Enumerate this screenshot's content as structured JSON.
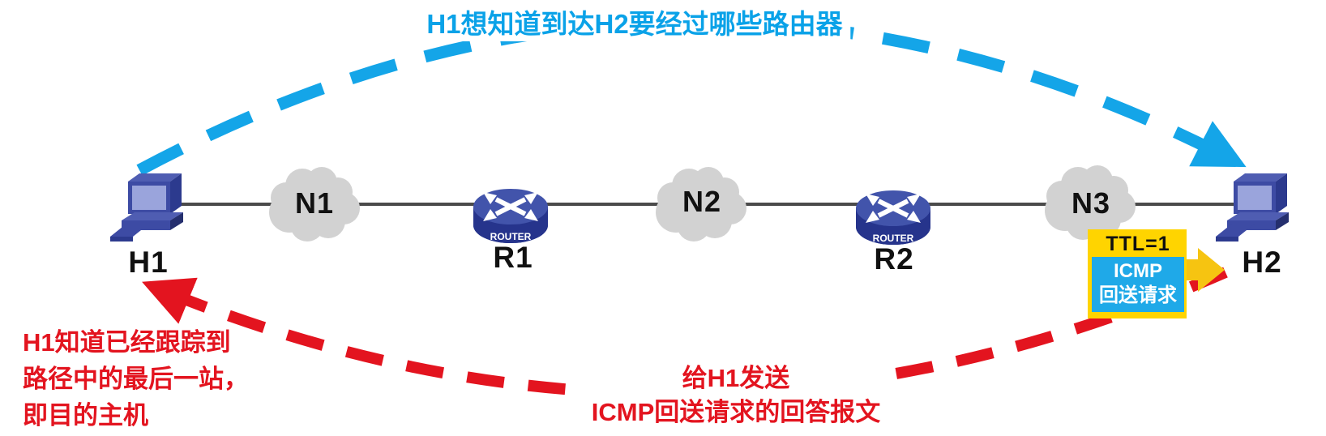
{
  "annotations": {
    "top_blue": "H1想知道到达H2要经过哪些路由器",
    "bottom_left_line1": "H1知道已经跟踪到",
    "bottom_left_line2": "路径中的最后一站，",
    "bottom_left_line3": "即目的主机",
    "bottom_center_line1": "给H1发送",
    "bottom_center_line2": "ICMP回送请求的回答报文"
  },
  "nodes": [
    {
      "id": "h1",
      "type": "host",
      "label": "H1"
    },
    {
      "id": "n1",
      "type": "network",
      "label": "N1"
    },
    {
      "id": "r1",
      "type": "router",
      "label": "R1"
    },
    {
      "id": "n2",
      "type": "network",
      "label": "N2"
    },
    {
      "id": "r2",
      "type": "router",
      "label": "R2"
    },
    {
      "id": "n3",
      "type": "network",
      "label": "N3"
    },
    {
      "id": "h2",
      "type": "host",
      "label": "H2"
    }
  ],
  "router_badge": "ROUTER",
  "packet": {
    "ttl_label": "TTL=1",
    "payload_line1": "ICMP",
    "payload_line2": "回送请求"
  },
  "colors": {
    "blue_arc": "#14a5e8",
    "red_arc": "#e3141f",
    "packet_yellow": "#ffd400",
    "packet_arrow": "#f6c411",
    "packet_blue": "#1fa9e8",
    "cloud_gray": "#d2d2d2",
    "router_blue": "#4254ab",
    "host_blue": "#3d4ba4",
    "link_gray": "#4a4a4a"
  }
}
